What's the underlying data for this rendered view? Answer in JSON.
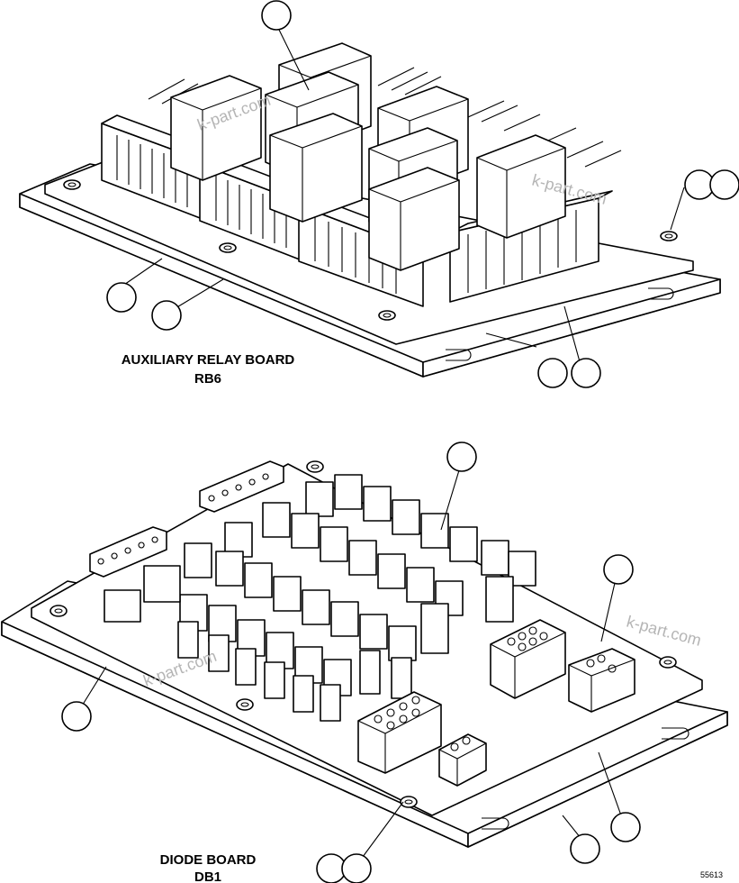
{
  "figure": {
    "aux_board_title": "AUXILIARY RELAY BOARD",
    "aux_board_code": "RB6",
    "diode_board_title": "DIODE BOARD",
    "diode_board_code": "DB1",
    "watermark": "k-part.com",
    "figure_number": "55613"
  }
}
